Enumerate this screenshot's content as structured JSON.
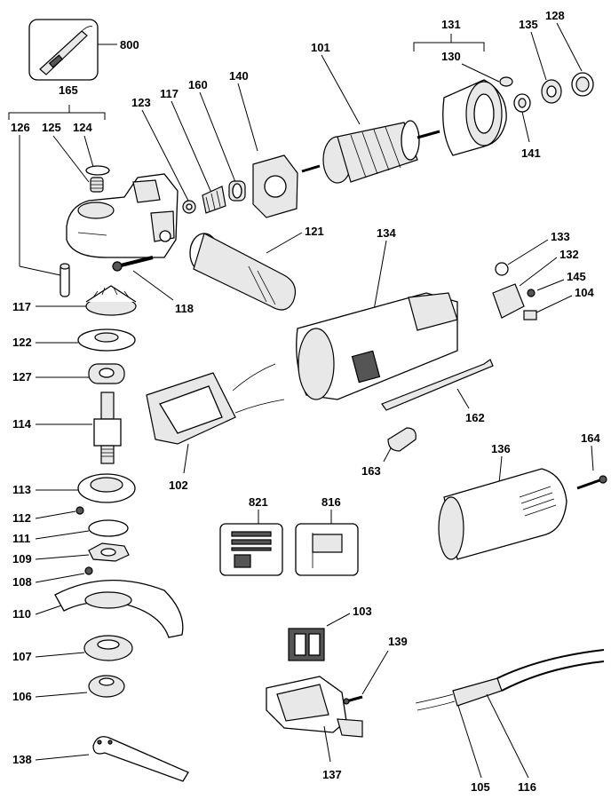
{
  "labels": {
    "p800": "800",
    "p165": "165",
    "p126": "126",
    "p125": "125",
    "p124": "124",
    "p123": "123",
    "p117a": "117",
    "p160": "160",
    "p140": "140",
    "p101": "101",
    "p131": "131",
    "p130": "130",
    "p135": "135",
    "p128": "128",
    "p141": "141",
    "p121": "121",
    "p118": "118",
    "p117b": "117",
    "p122": "122",
    "p127": "127",
    "p114": "114",
    "p102": "102",
    "p113": "113",
    "p112": "112",
    "p111": "111",
    "p109": "109",
    "p108": "108",
    "p110": "110",
    "p107": "107",
    "p106": "106",
    "p138": "138",
    "p134": "134",
    "p133": "133",
    "p132": "132",
    "p145": "145",
    "p104": "104",
    "p162": "162",
    "p163": "163",
    "p164": "164",
    "p136": "136",
    "p821": "821",
    "p816": "816",
    "p103": "103",
    "p139": "139",
    "p137": "137",
    "p105": "105",
    "p116": "116"
  }
}
